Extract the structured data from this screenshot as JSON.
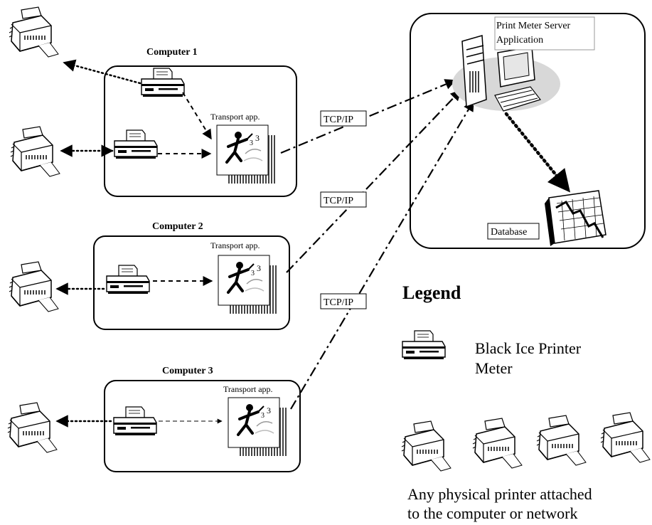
{
  "computers": [
    {
      "title": "Computer 1",
      "transport_label": "Transport app."
    },
    {
      "title": "Computer 2",
      "transport_label": "Transport app."
    },
    {
      "title": "Computer 3",
      "transport_label": "Transport app."
    }
  ],
  "protocol_labels": [
    "TCP/IP",
    "TCP/IP",
    "TCP/IP"
  ],
  "server": {
    "app_label_line1": "Print Meter Server",
    "app_label_line2": "Application",
    "database_label": "Database"
  },
  "legend": {
    "title": "Legend",
    "printer_meter_line1": "Black Ice Printer",
    "printer_meter_line2": "Meter",
    "physical_line1": "Any physical printer attached",
    "physical_line2": "to the computer or network"
  }
}
